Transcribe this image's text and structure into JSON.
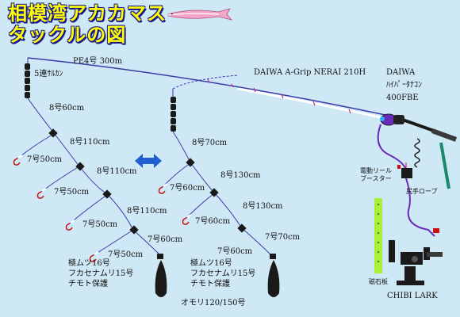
{
  "title": {
    "line1": "相模湾アカカマス",
    "line2": "タックルの図"
  },
  "line_label": "PE4号 300m",
  "swivel_label": "5連ｻﾙｶﾝ",
  "rod_label": "DAIWA A-Grip NERAI 210H",
  "reel_label": {
    "line1": "DAIWA",
    "line2": "ﾊｲﾊﾟｰﾀﾅｺﾝ",
    "line3": "400FBE"
  },
  "left_rig": {
    "main": [
      "8号60cm",
      "8号110cm",
      "8号110cm",
      "8号110cm",
      "7号60cm"
    ],
    "branch": [
      "7号50cm",
      "7号50cm",
      "7号50cm",
      "7号50cm"
    ],
    "hook_note": [
      "極ムツ16号",
      "フカセナムリ15号",
      "チモト保護"
    ]
  },
  "right_rig": {
    "main": [
      "8号70cm",
      "8号130cm",
      "8号130cm",
      "7号70cm",
      "7号60cm"
    ],
    "branch": [
      "7号60cm",
      "7号60cm"
    ],
    "hook_note": [
      "極ムツ16号",
      "フカセナムリ15号",
      "チモト保護"
    ]
  },
  "sinker_label": "オモリ120/150号",
  "booster_label": {
    "line1": "電動リール",
    "line2": "ブースター"
  },
  "rope_label": "尻手ロープ",
  "magnet_label": "磁石板",
  "holder_label": "CHIBI LARK",
  "colors": {
    "title_fill": "#ffff00",
    "title_outline": "#1a1a8a",
    "line": "#3a3aa8",
    "arrow": "#1f5fcf",
    "magnet": "#a8f03a",
    "cord": "#6a2ab8",
    "background": "#cfe8f5"
  }
}
